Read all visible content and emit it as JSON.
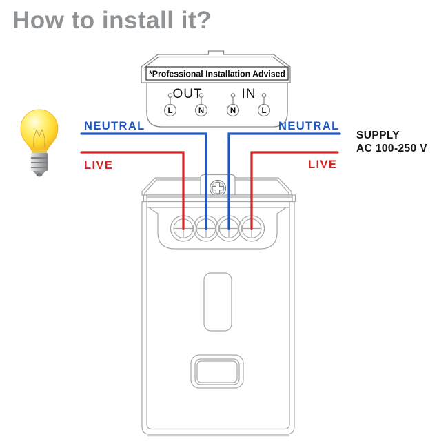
{
  "title": "How to install it?",
  "colors": {
    "title_gray": "#8f9295",
    "neutral_wire": "#1e56c4",
    "live_wire": "#d22422",
    "outline": "#a3a6a9",
    "outline_dark": "#87898c"
  },
  "icons": {
    "load": "light-bulb",
    "screw": "phillips-screw"
  },
  "connector_block": {
    "advisory_label": "*Professional Installation Advised",
    "out_label": "OUT",
    "in_label": "IN",
    "terminals": [
      "L",
      "N",
      "N",
      "L"
    ]
  },
  "wiring": {
    "left": {
      "neutral_label": "NEUTRAL",
      "live_label": "LIVE"
    },
    "right": {
      "neutral_label": "NEUTRAL",
      "live_label": "LIVE"
    },
    "supply": {
      "line1": "SUPPLY",
      "line2": "AC 100-250 V"
    }
  }
}
